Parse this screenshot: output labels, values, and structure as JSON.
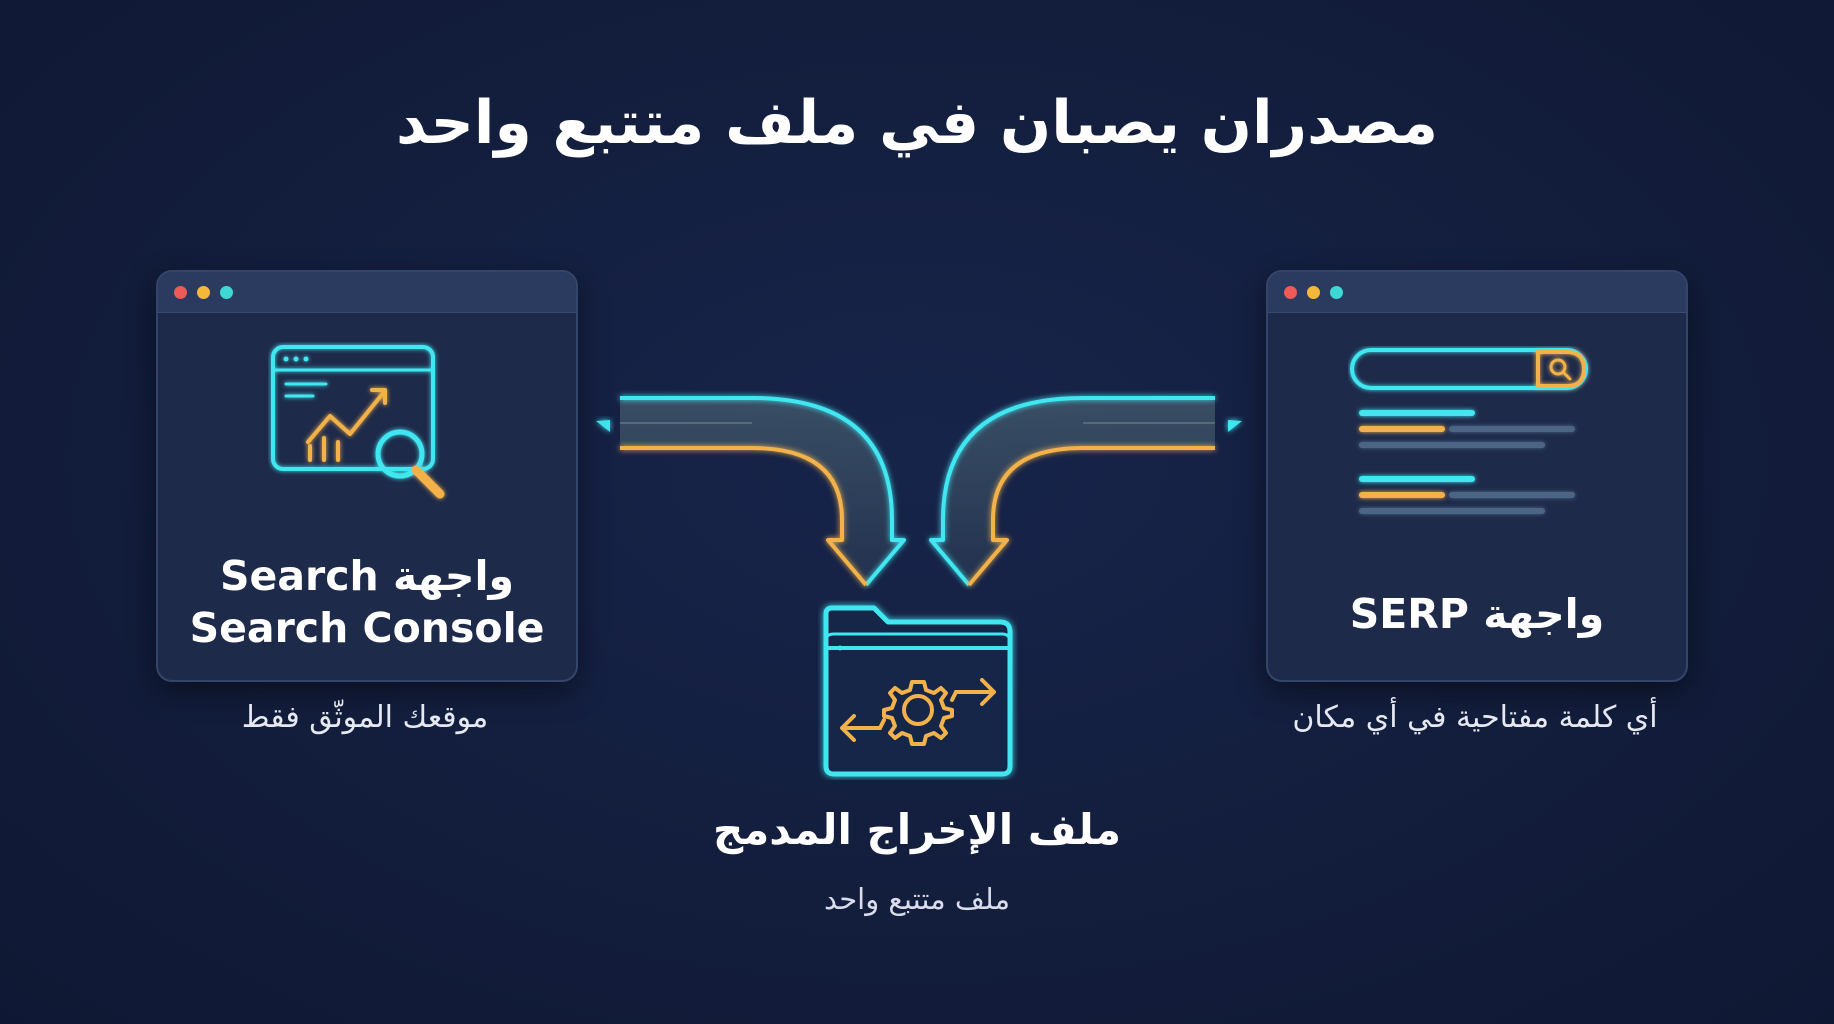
{
  "title": "مصدران يصبان في ملف متتبع واحد",
  "colors": {
    "background": "#131e3d",
    "cyan": "#3fe6f0",
    "orange": "#f2b24a",
    "window": "#1e2a4a",
    "dot_red": "#ee5a55",
    "dot_yellow": "#f4b73a",
    "dot_green": "#3fd6d6"
  },
  "left_panel": {
    "label_line1": "واجهة Search",
    "label_line2": "Search Console",
    "caption": "موقعك الموثّق فقط",
    "icon": "analytics-magnifier-icon"
  },
  "right_panel": {
    "label": "واجهة SERP",
    "caption": "أي كلمة مفتاحية في أي مكان",
    "icon": "search-results-icon"
  },
  "output": {
    "title": "ملف الإخراج المدمج",
    "subtitle": "ملف متتبع واحد",
    "icon": "folder-gear-icon"
  }
}
